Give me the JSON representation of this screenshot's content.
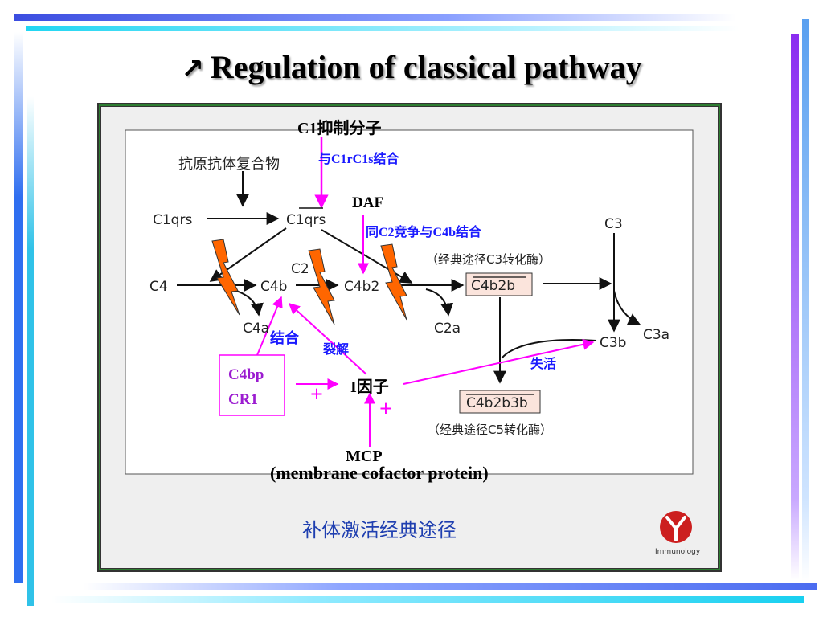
{
  "title": {
    "arrow_icon": "diagonal-arrow-icon",
    "text": "Regulation of classical pathway"
  },
  "diagram": {
    "nodes": {
      "antigen_antibody": "抗原抗体复合物",
      "c1qrs": "C1qrs",
      "c1qrs_active": "C1qrs",
      "c4": "C4",
      "c4b": "C4b",
      "c2": "C2",
      "c4b2": "C4b2",
      "c4a": "C4a",
      "c2a": "C2a",
      "c3_convertase_label": "（经典途径C3转化酶）",
      "c4b2b": "C4b2b",
      "c3": "C3",
      "c3b": "C3b",
      "c3a": "C3a",
      "c4b2b3b": "C4b2b3b",
      "c5_convertase_label": "（经典途径C5转化酶）"
    },
    "regulators": {
      "c1_inhibitor": "C1抑制分子",
      "c1_inhibitor_note": "与C1rC1s结合",
      "daf": "DAF",
      "daf_note": "同C2竞争与C4b结合",
      "c4bp_line1": "C4bp",
      "c4bp_line2": "CR1",
      "bind_note": "结合",
      "cleave_note": "裂解",
      "factor_i": "I因子",
      "inactivate_note": "失活",
      "plus_1": "+",
      "plus_2": "+",
      "mcp": "MCP",
      "mcp_full": "(membrane cofactor protein)"
    },
    "caption": "补体激活经典途径",
    "logo_text": "Immunology"
  },
  "colors": {
    "magenta": "#ff00ff",
    "blue_text": "#1a1aff",
    "orange": "#ff6600",
    "frame_green": "#2e7d32",
    "caption_blue": "#1f3fb0",
    "logo_red": "#cc1f1f"
  }
}
